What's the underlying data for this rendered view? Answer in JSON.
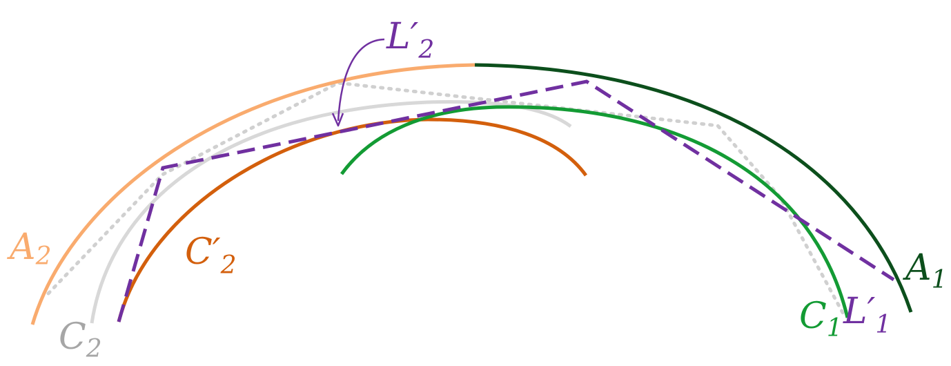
{
  "curves": [
    {
      "id": "A2",
      "color": "#f9ab6e",
      "style": "solid"
    },
    {
      "id": "A1",
      "color": "#0c4f1c",
      "style": "solid"
    },
    {
      "id": "C2",
      "color": "#d8d8d8",
      "style": "solid"
    },
    {
      "id": "C2-prime",
      "color": "#d35f0c",
      "style": "solid"
    },
    {
      "id": "C1",
      "color": "#139b34",
      "style": "solid"
    },
    {
      "id": "L2-prime",
      "color": "#7030a0",
      "style": "dashed"
    },
    {
      "id": "grey-dotted",
      "color": "#d0d0d0",
      "style": "dotted"
    }
  ],
  "labels": {
    "A2": {
      "main": "A",
      "sub": "2",
      "color": "#f9ab6e"
    },
    "C2": {
      "main": "C",
      "sub": "2",
      "color": "#a6a6a6"
    },
    "C2_prime": {
      "main": "C′",
      "sub": "2",
      "color": "#d35f0c"
    },
    "L2_prime": {
      "main": "L′",
      "sub": "2",
      "color": "#7030a0"
    },
    "A1": {
      "main": "A",
      "sub": "1",
      "color": "#0c4f1c"
    },
    "C1": {
      "main": "C",
      "sub": "1",
      "color": "#139b34"
    },
    "L1_prime": {
      "main": "L′",
      "sub": "1",
      "color": "#7030a0"
    }
  }
}
